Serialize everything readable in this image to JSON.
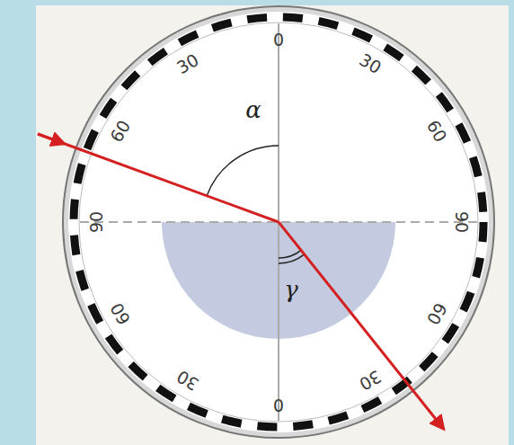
{
  "diagram": {
    "labels": [
      "0",
      "30",
      "30",
      "60",
      "60",
      "90",
      "90",
      "60",
      "60",
      "30",
      "30",
      "0",
      "α",
      "γ"
    ]
  }
}
